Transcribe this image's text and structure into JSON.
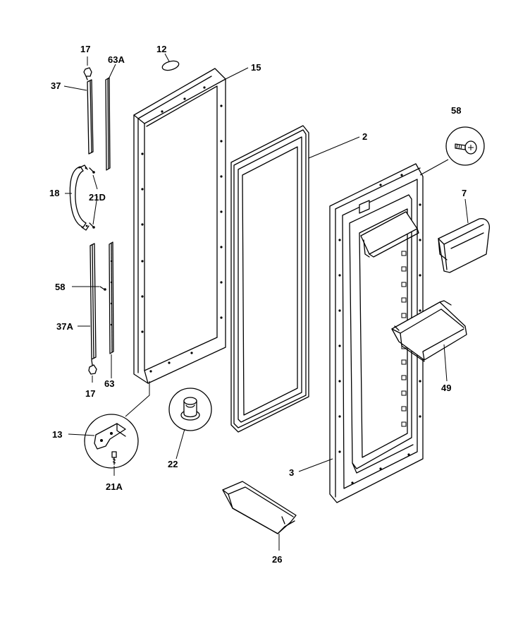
{
  "labels": {
    "p17_top": "17",
    "p63A": "63A",
    "p12": "12",
    "p15": "15",
    "p37": "37",
    "p2": "2",
    "p58_right": "58",
    "p18": "18",
    "p21D": "21D",
    "p7": "7",
    "p58_left": "58",
    "p37A": "37A",
    "p49": "49",
    "p17_bottom": "17",
    "p63": "63",
    "p13": "13",
    "p22": "22",
    "p21A": "21A",
    "p3": "3",
    "p26": "26"
  }
}
